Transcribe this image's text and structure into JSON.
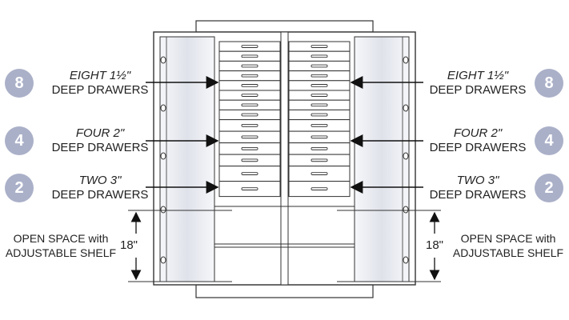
{
  "left": {
    "callouts": [
      {
        "count": "8",
        "line1": "EIGHT 1½\"",
        "line2": "DEEP DRAWERS"
      },
      {
        "count": "4",
        "line1": "FOUR 2\"",
        "line2": "DEEP DRAWERS"
      },
      {
        "count": "2",
        "line1": "TWO 3\"",
        "line2": "DEEP DRAWERS"
      }
    ],
    "open_space_line1": "OPEN SPACE with",
    "open_space_line2": "ADJUSTABLE SHELF",
    "height": "18\""
  },
  "right": {
    "callouts": [
      {
        "count": "8",
        "line1": "EIGHT 1½\"",
        "line2": "DEEP DRAWERS"
      },
      {
        "count": "4",
        "line1": "FOUR 2\"",
        "line2": "DEEP DRAWERS"
      },
      {
        "count": "2",
        "line1": "TWO 3\"",
        "line2": "DEEP DRAWERS"
      }
    ],
    "open_space_line1": "OPEN SPACE with",
    "open_space_line2": "ADJUSTABLE SHELF",
    "height": "18\""
  },
  "colors": {
    "badge": "#aab0c8",
    "line": "#111111",
    "cabinet_shade": "#e6e8ee"
  },
  "drawer_counts": {
    "shallow": 8,
    "medium": 4,
    "deep": 2
  }
}
